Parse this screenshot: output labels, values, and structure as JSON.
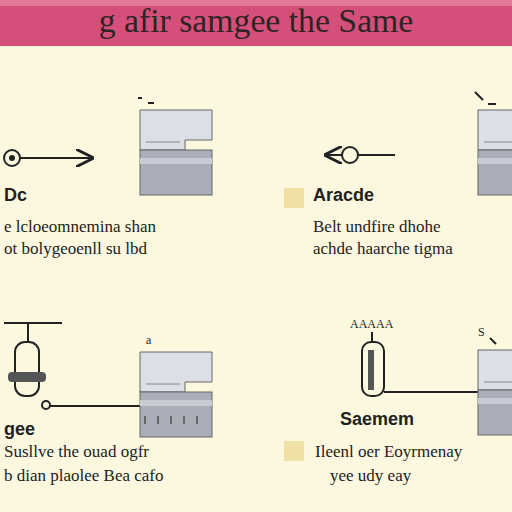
{
  "diagram": {
    "title": "g afir samgee the Same",
    "labels": [
      "Dc",
      "e lcloeomnemina shan",
      "ot bolygeoenll su lbd",
      "Belt undfire dhohe",
      "achde haarche tigma",
      "gee",
      "Susllve the ouad ogfr",
      "b dian plaolee Bea cafo",
      "Ileenl oer Eoyrmenay",
      "yee udy eay",
      "a",
      "S",
      "AAAAA"
    ],
    "legend": [
      {
        "text": "Aracde",
        "color": "#efe0a6"
      },
      {
        "text": "Saemem",
        "color": "#efe0a6"
      }
    ]
  }
}
